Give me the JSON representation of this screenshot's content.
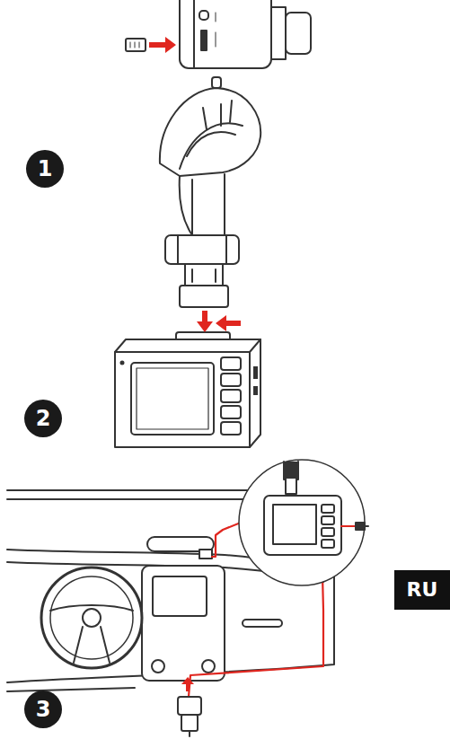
{
  "diagram": {
    "nodes": [
      {
        "text": [
          "1"
        ]
      },
      {
        "text": [
          "2"
        ]
      },
      {
        "text": [
          "RU"
        ]
      },
      {
        "text": [
          "3"
        ]
      }
    ]
  }
}
